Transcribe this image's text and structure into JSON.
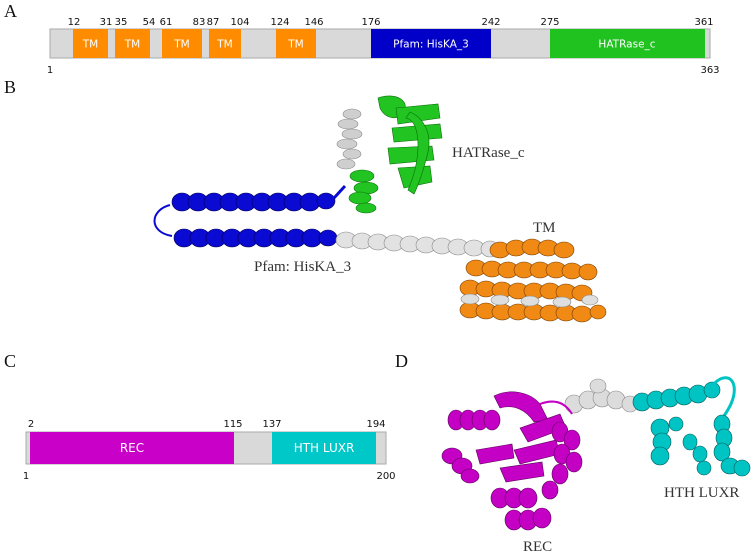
{
  "panels": {
    "a": "A",
    "b": "B",
    "c": "C",
    "d": "D"
  },
  "protein1": {
    "start": "1",
    "end": "363",
    "domains": [
      {
        "label": "TM",
        "start": "12",
        "end": "31"
      },
      {
        "label": "TM",
        "start": "35",
        "end": "54"
      },
      {
        "label": "TM",
        "start": "61",
        "end": "83"
      },
      {
        "label": "TM",
        "start": "87",
        "end": "104"
      },
      {
        "label": "TM",
        "start": "124",
        "end": "146"
      },
      {
        "label": "Pfam: HisKA_3",
        "start": "176",
        "end": "242"
      },
      {
        "label": "HATRase_c",
        "start": "275",
        "end": "361"
      }
    ]
  },
  "protein2": {
    "start": "1",
    "end": "200",
    "domains": [
      {
        "label": "REC",
        "start": "2",
        "end": "115"
      },
      {
        "label": "HTH LUXR",
        "start": "137",
        "end": "194"
      }
    ]
  },
  "structure_b": {
    "hatrase_label": "HATRase_c",
    "tm_label": "TM",
    "hiska_label": "Pfam: HisKA_3"
  },
  "structure_d": {
    "hth_label": "HTH LUXR",
    "rec_label": "REC"
  },
  "colors": {
    "tm": "#ff8c00",
    "hiska": "#0000c8",
    "hatrase": "#1fc21f",
    "rec": "#c800c8",
    "hth": "#00c8c8",
    "backbone": "#d9d9d9"
  }
}
